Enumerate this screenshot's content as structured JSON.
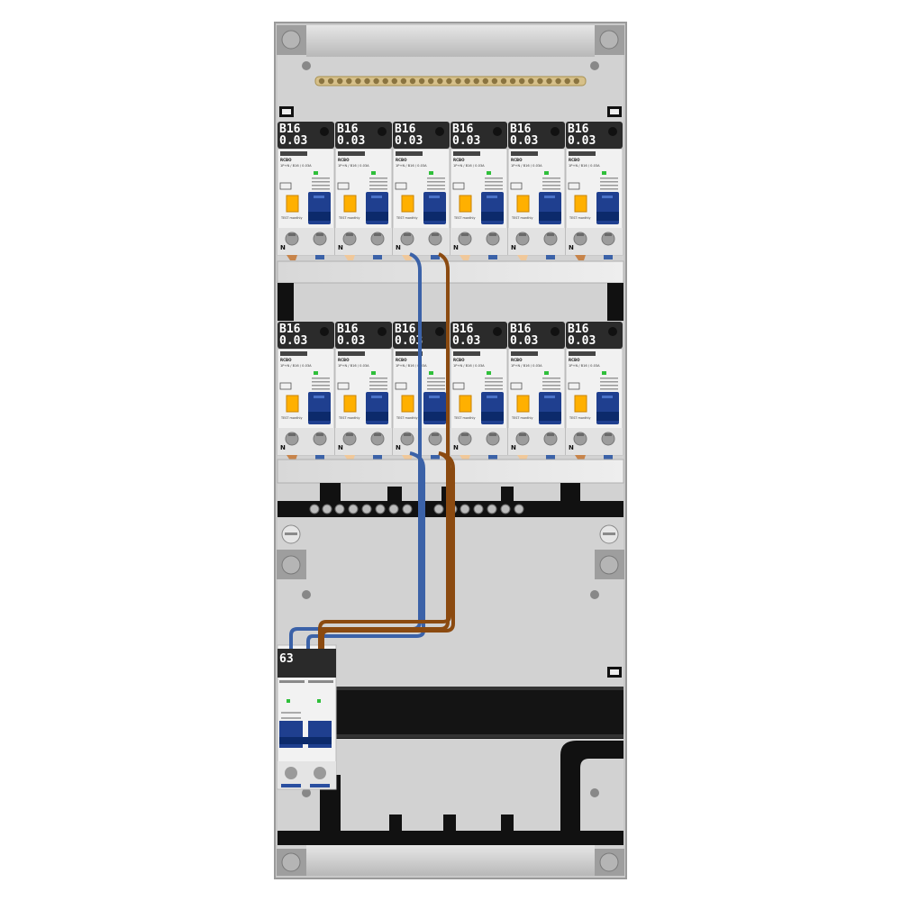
{
  "rcbo": {
    "rating": "B16",
    "sensitivity": "0.03",
    "model": "RCBO",
    "spec": "1P+N / B16 / 0.03A",
    "neutral_mark": "N",
    "test_label": "TEST monthly"
  },
  "rows": [
    {
      "name": "row-top",
      "count": 6
    },
    {
      "name": "row-middle",
      "count": 6
    }
  ],
  "main_switch": {
    "rating": "63"
  },
  "wire_colors": {
    "blue": "#3b62a8",
    "brown": "#8b4a10"
  },
  "brand_color": "#1f3f8f",
  "handle_color": "#ffb000"
}
